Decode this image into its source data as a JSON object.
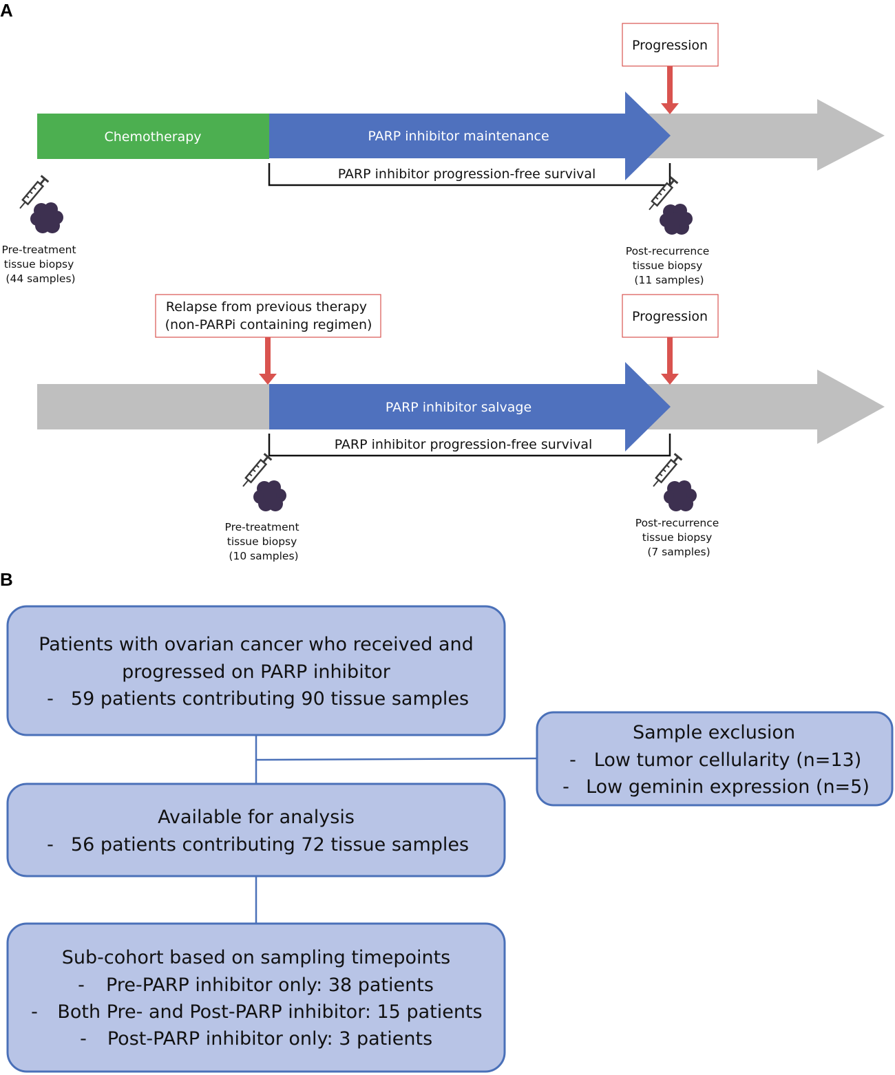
{
  "panel_a": {
    "label": "A",
    "timeline1": {
      "chemo_label": "Chemotherapy",
      "parp_label": "PARP inhibitor maintenance",
      "pfs_label": "PARP inhibitor progression-free survival",
      "progression_label": "Progression",
      "pre_biopsy": [
        "Pre-treatment",
        "tissue biopsy",
        "(44 samples)"
      ],
      "post_biopsy": [
        "Post-recurrence",
        "tissue biopsy",
        "(11 samples)"
      ]
    },
    "timeline2": {
      "relapse_label": [
        "Relapse from previous therapy",
        "(non-PARPi containing regimen)"
      ],
      "parp_label": "PARP inhibitor salvage",
      "pfs_label": "PARP inhibitor progression-free survival",
      "progression_label": "Progression",
      "pre_biopsy": [
        "Pre-treatment",
        "tissue biopsy",
        "(10 samples)"
      ],
      "post_biopsy": [
        "Post-recurrence",
        "tissue biopsy",
        "(7 samples)"
      ]
    }
  },
  "panel_b": {
    "label": "B",
    "box1": [
      "Patients with ovarian cancer who received and",
      "progressed on PARP inhibitor",
      "59 patients contributing 90 tissue samples"
    ],
    "exclusion": [
      "Sample exclusion",
      "Low tumor cellularity (n=13)",
      "Low geminin expression (n=5)"
    ],
    "box2": [
      "Available for analysis",
      "56 patients contributing 72 tissue samples"
    ],
    "box3": [
      "Sub-cohort based on sampling timepoints",
      "Pre-PARP inhibitor only: 38 patients",
      "Both Pre- and Post-PARP inhibitor: 15 patients",
      "Post-PARP inhibitor only: 3 patients"
    ],
    "bullet": "-"
  },
  "colors": {
    "chemo": "#4caf50",
    "parp": "#4f71be",
    "gray": "#bfbfbf",
    "arrow_red": "#d9534f",
    "box_fill": "#b8c4e6",
    "box_stroke": "#4a70b8",
    "tumor": "#3d3050"
  }
}
